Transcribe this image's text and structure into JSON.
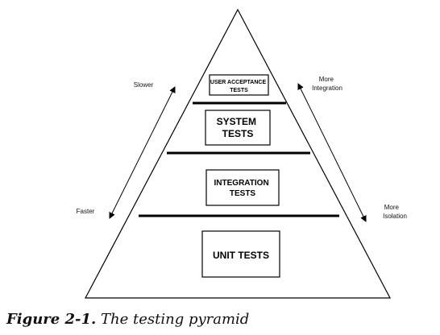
{
  "pyramid": {
    "layers": [
      {
        "id": "uat",
        "lines": [
          "USER ACCEPTANCE",
          "TESTS"
        ]
      },
      {
        "id": "system",
        "lines": [
          "SYSTEM",
          "TESTS"
        ]
      },
      {
        "id": "integration",
        "lines": [
          "INTEGRATION",
          "TESTS"
        ]
      },
      {
        "id": "unit",
        "lines": [
          "UNIT TESTS"
        ]
      }
    ],
    "left_axis": {
      "top": "Slower",
      "bottom": "Faster"
    },
    "right_axis": {
      "top": [
        "More",
        "Integration"
      ],
      "bottom": [
        "More",
        "Isolation"
      ]
    }
  },
  "caption": {
    "number": "Figure 2-1.",
    "title": "The testing pyramid"
  },
  "colors": {
    "stroke": "#000000",
    "background": "#ffffff"
  }
}
